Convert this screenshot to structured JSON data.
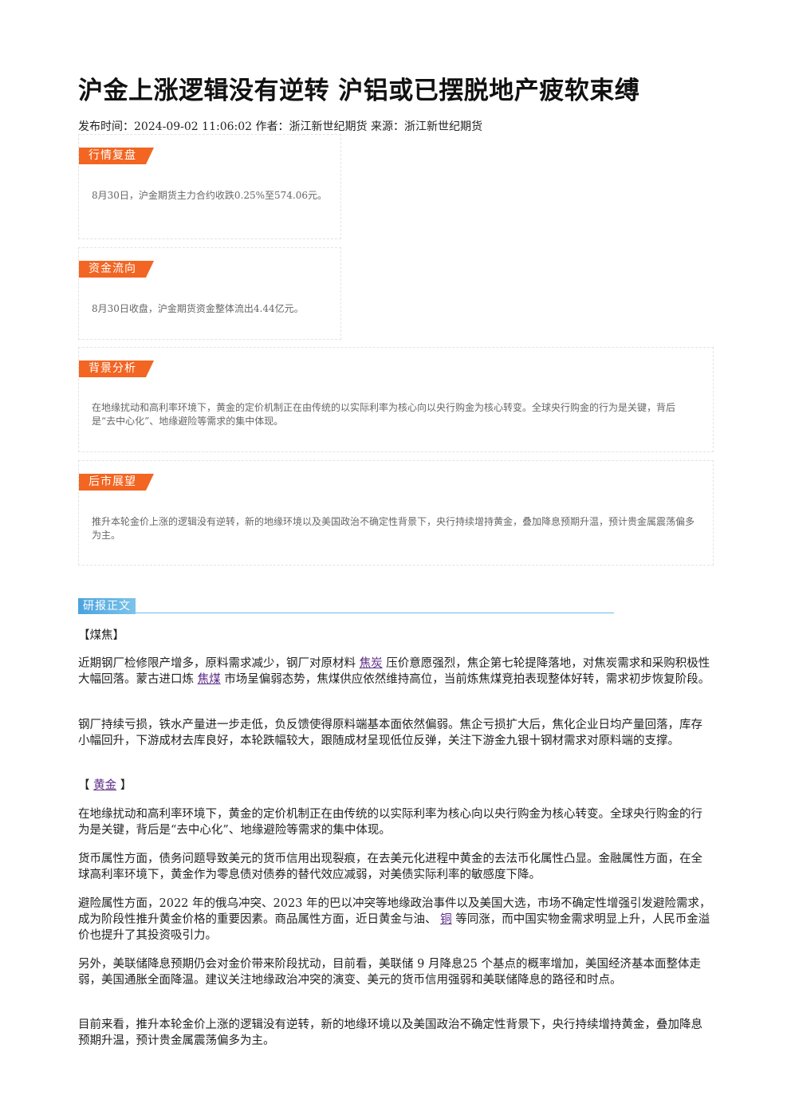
{
  "article": {
    "title": "沪金上涨逻辑没有逆转 沪铝或已摆脱地产疲软束缚",
    "meta": "发布时间：2024-09-02 11:06:02 作者：浙江新世纪期货 来源：浙江新世纪期货"
  },
  "cards": [
    {
      "tag": "行情复盘",
      "text": "8月30日，沪金期货主力合约收跌0.25%至574.06元。"
    },
    {
      "tag": "资金流向",
      "text": "8月30日收盘，沪金期货资金整体流出4.44亿元。"
    },
    {
      "tag": "背景分析",
      "text": "在地缘扰动和高利率环境下，黄金的定价机制正在由传统的以实际利率为核心向以央行购金为核心转变。全球央行购金的行为是关键，背后是“去中心化”、地缘避险等需求的集中体现。"
    },
    {
      "tag": "后市展望",
      "text": "推升本轮金价上涨的逻辑没有逆转，新的地缘环境以及美国政治不确定性背景下，央行持续增持黄金，叠加降息预期升温，预计贵金属震荡偏多为主。"
    }
  ],
  "report": {
    "label": "研报正文",
    "coke_heading": "【煤焦】",
    "coke_p1_a": "近期钢厂检修限产增多，原料需求减少，钢厂对原材料 ",
    "coke_p1_link1": "焦炭",
    "coke_p1_b": " 压价意愿强烈，焦企第七轮提降落地，对焦炭需求和采购积极性大幅回落。蒙古进口炼 ",
    "coke_p1_link2": "焦煤",
    "coke_p1_c": " 市场呈偏弱态势，焦煤供应依然维持高位，当前炼焦煤竞拍表现整体好转，需求初步恢复阶段。",
    "coke_p2": "钢厂持续亏损，铁水产量进一步走低，负反馈使得原料端基本面依然偏弱。焦企亏损扩大后，焦化企业日均产量回落，库存小幅回升，下游成材去库良好，本轮跌幅较大，跟随成材呈现低位反弹，关注下游金九银十钢材需求对原料端的支撑。",
    "gold_open": "【 ",
    "gold_link": "黄金",
    "gold_close": " 】",
    "gold_p1": "在地缘扰动和高利率环境下，黄金的定价机制正在由传统的以实际利率为核心向以央行购金为核心转变。全球央行购金的行为是关键，背后是“去中心化”、地缘避险等需求的集中体现。",
    "gold_p2": "货币属性方面，债务问题导致美元的货币信用出现裂痕，在去美元化进程中黄金的去法币化属性凸显。金融属性方面，在全球高利率环境下，黄金作为零息债对债券的替代效应减弱，对美债实际利率的敏感度下降。",
    "gold_p3_a": "避险属性方面，2022 年的俄乌冲突、2023 年的巴以冲突等地缘政治事件以及美国大选，市场不确定性增强引发避险需求，成为阶段性推升黄金价格的重要因素。商品属性方面，近日黄金与油、 ",
    "gold_p3_link": "铜",
    "gold_p3_b": " 等同涨，而中国实物金需求明显上升，人民币金溢价也提升了其投资吸引力。",
    "gold_p4": "另外，美联储降息预期仍会对金价带来阶段扰动，目前看，美联储 9 月降息25 个基点的概率增加，美国经济基本面整体走弱，美国通胀全面降温。建议关注地缘政治冲突的演变、美元的货币信用强弱和美联储降息的路径和时点。",
    "gold_p5": "目前来看，推升本轮金价上涨的逻辑没有逆转，新的地缘环境以及美国政治不确定性背景下，央行持续增持黄金，叠加降息预期升温，预计贵金属震荡偏多为主。"
  }
}
